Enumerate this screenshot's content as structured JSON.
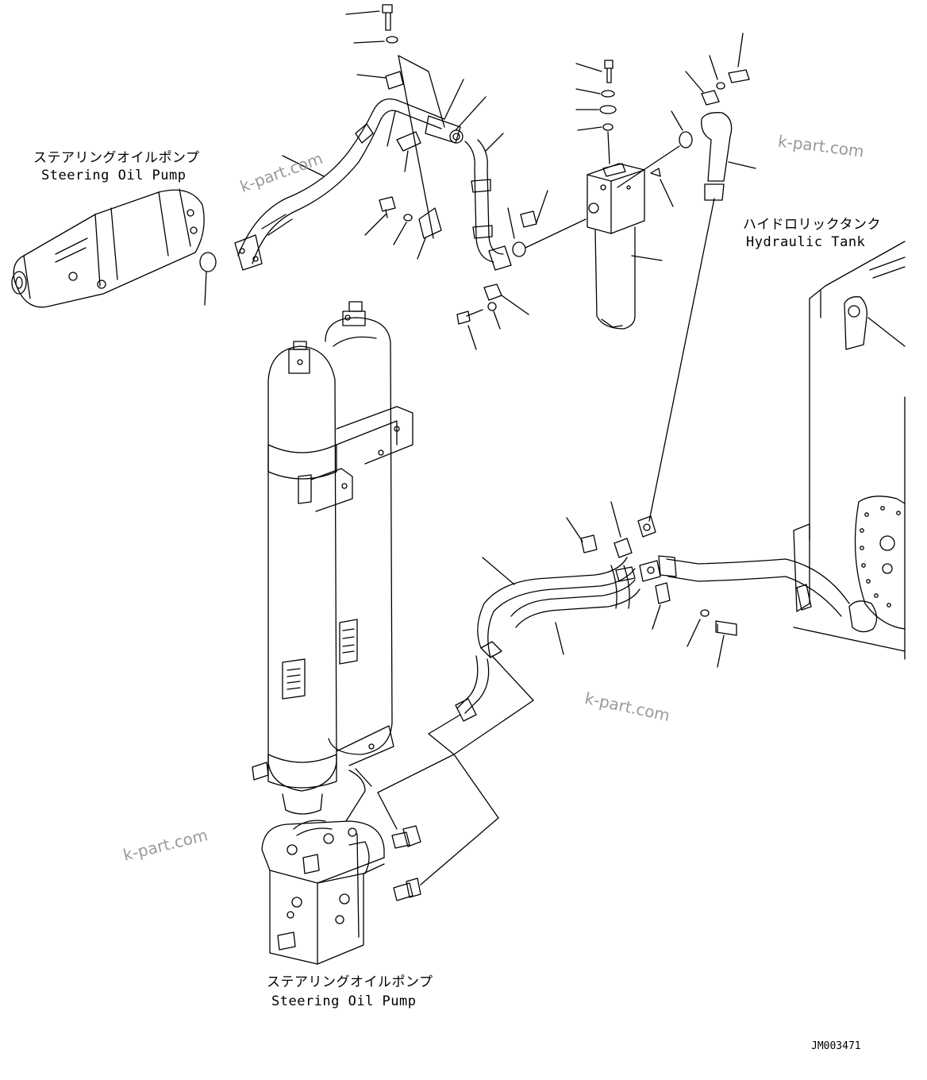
{
  "labels": {
    "pump_top_jp": "ステアリングオイルポンプ",
    "pump_top_en": "Steering Oil Pump",
    "tank_jp": "ハイドロリックタンク",
    "tank_en": "Hydraulic Tank",
    "pump_bottom_jp": "ステアリングオイルポンプ",
    "pump_bottom_en": "Steering Oil Pump"
  },
  "watermarks": [
    "k-part.com",
    "k-part.com",
    "k-part.com",
    "k-part.com"
  ],
  "drawing_code": "JM003471",
  "colors": {
    "line": "#000000",
    "watermark": "#9a9a9a",
    "background": "#ffffff"
  }
}
